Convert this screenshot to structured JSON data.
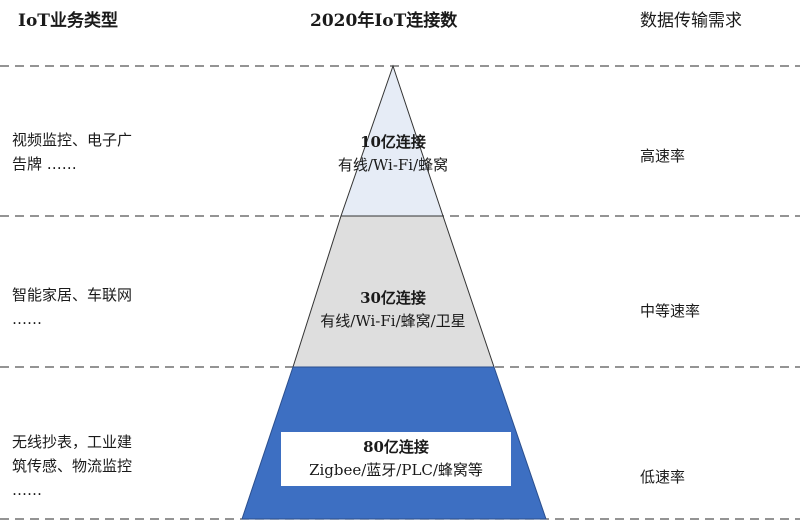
{
  "headers": {
    "business_type": "IoT业务类型",
    "connections": "2020年IoT连接数",
    "transmission": "数据传输需求"
  },
  "tiers": [
    {
      "business": [
        "视频监控、电子广",
        "告牌 ……"
      ],
      "count": "10亿连接",
      "tech": "有线/Wi-Fi/蜂窝",
      "rate": "高速率",
      "fill": "#e6ecf6"
    },
    {
      "business": [
        "智能家居、车联网",
        "……"
      ],
      "count": "30亿连接",
      "tech": "有线/Wi-Fi/蜂窝/卫星",
      "rate": "中等速率",
      "fill": "#dedede"
    },
    {
      "business": [
        "无线抄表，工业建",
        "筑传感、物流监控",
        "……"
      ],
      "count": "80亿连接",
      "tech": "Zigbee/蓝牙/PLC/蜂窝等",
      "rate": "低速率",
      "fill": "#3d6fc2"
    }
  ]
}
